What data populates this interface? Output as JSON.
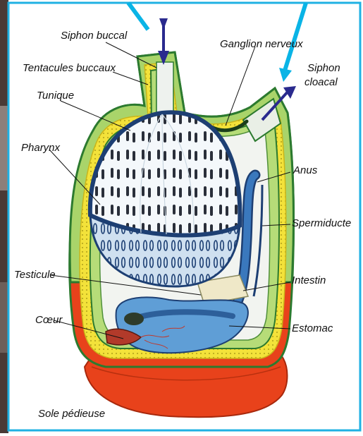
{
  "labels": {
    "siphon_buccal": "Siphon buccal",
    "ganglion_nerveux": "Ganglion nerveux",
    "siphon_cloacal_1": "Siphon",
    "siphon_cloacal_2": "cloacal",
    "tentacules_buccaux": "Tentacules buccaux",
    "tunique": "Tunique",
    "pharynx": "Pharynx",
    "anus": "Anus",
    "spermiducte": "Spermiducte",
    "testicule": "Testicule",
    "intestin": "Intestin",
    "coeur": "Cœur",
    "estomac": "Estomac",
    "sole_pedieuse": "Sole pédieuse"
  },
  "colors": {
    "frame_border": "#1fb1e3",
    "arrow_marker": "#0ab4e6",
    "tunic_outer": "#2c7a2f",
    "tunic_green": "#a9d46a",
    "tunic_yellow": "#f3e23a",
    "foot_red": "#e8421b",
    "pharynx_fill": "#eaf2f7",
    "pharynx_outline": "#1d3f73",
    "stomach": "#5f9ed6",
    "intestine": "#3a78bd",
    "siphon_arrow": "#2a2a8e"
  }
}
